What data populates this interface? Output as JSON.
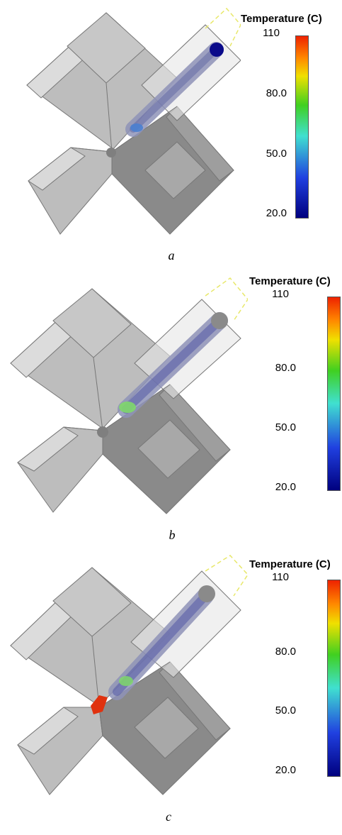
{
  "panels": [
    {
      "id": "a",
      "caption": "a",
      "legend": {
        "title": "Temperature (C)",
        "ticks": [
          "110",
          "80.0",
          "50.0",
          "20.0"
        ]
      },
      "hotspot": "none"
    },
    {
      "id": "b",
      "caption": "b",
      "legend": {
        "title": "Temperature (C)",
        "ticks": [
          "110",
          "80.0",
          "50.0",
          "20.0"
        ]
      },
      "hotspot": "warm"
    },
    {
      "id": "c",
      "caption": "c",
      "legend": {
        "title": "Temperature (C)",
        "ticks": [
          "110",
          "80.0",
          "50.0",
          "20.0"
        ]
      },
      "hotspot": "hot"
    }
  ],
  "colorbar": {
    "low": "#00007f",
    "mid": "#40e0d0",
    "high": "#ee2200",
    "min_value": 20.0,
    "max_value": 110
  }
}
